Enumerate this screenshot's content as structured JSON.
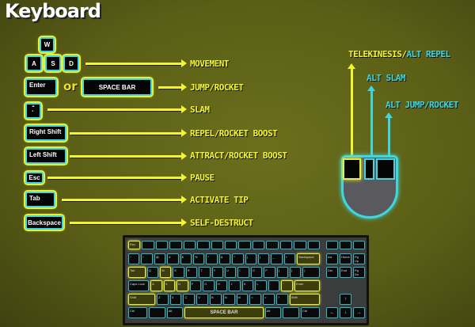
{
  "title": "Keyboard",
  "or_label": "or",
  "bindings": [
    {
      "keys": [
        "W",
        "A",
        "S",
        "D"
      ],
      "action": "MOVEMENT"
    },
    {
      "keys": [
        "Enter",
        "SPACE BAR"
      ],
      "action": "JUMP/ROCKET"
    },
    {
      "keys": [
        "“\n‘"
      ],
      "action": "SLAM"
    },
    {
      "keys": [
        "Right Shift"
      ],
      "action": "REPEL/ROCKET BOOST"
    },
    {
      "keys": [
        "Left Shift"
      ],
      "action": "ATTRACT/ROCKET BOOST"
    },
    {
      "keys": [
        "Esc"
      ],
      "action": "PAUSE"
    },
    {
      "keys": [
        "Tab"
      ],
      "action": "ACTIVATE TIP"
    },
    {
      "keys": [
        "Backspace"
      ],
      "action": "SELF-DESTRUCT"
    }
  ],
  "mouse": {
    "left": {
      "label_a": "TELEKINESIS/",
      "label_b": "ALT REPEL"
    },
    "middle": {
      "label": "ALT SLAM"
    },
    "right": {
      "label": "ALT JUMP/ROCKET"
    }
  },
  "colors": {
    "yellow": "#f2f530",
    "cyan": "#3fd6e0",
    "background": "#5b5f16"
  },
  "keyboard": {
    "rows": [
      [
        "Esc",
        "",
        "",
        "",
        "",
        "",
        "",
        "",
        "",
        "",
        "",
        "",
        "",
        ""
      ],
      [
        "~",
        "!",
        "@",
        "#",
        "$",
        "%",
        "^",
        "&",
        "*",
        "(",
        ")",
        "_",
        "+",
        "Backspace"
      ],
      [
        "Tab",
        "Q",
        "W",
        "E",
        "R",
        "T",
        "Y",
        "U",
        "I",
        "O",
        "P",
        "{",
        "}",
        "|"
      ],
      [
        "Caps Lock",
        "A",
        "S",
        "D",
        "F",
        "G",
        "H",
        "J",
        "K",
        "L",
        ":",
        "\"",
        "Enter"
      ],
      [
        "Shift",
        "Z",
        "X",
        "C",
        "V",
        "B",
        "N",
        "M",
        "<",
        ">",
        "?",
        "Shift"
      ],
      [
        "Ctrl",
        "",
        "Alt",
        "SPACE BAR",
        "Alt",
        "",
        "Ctrl"
      ]
    ],
    "nav": [
      [
        "",
        "",
        ""
      ],
      [
        "Ins",
        "Home",
        "Pg Up"
      ],
      [
        "Del",
        "End",
        "Pg Dn"
      ]
    ],
    "arrows": [
      "↑",
      "←",
      "↓",
      "→"
    ],
    "highlighted": [
      "Esc",
      "Backspace",
      "Tab",
      "W",
      "A",
      "S",
      "D",
      "\"",
      "Enter",
      "Shift",
      "SPACE BAR"
    ]
  }
}
